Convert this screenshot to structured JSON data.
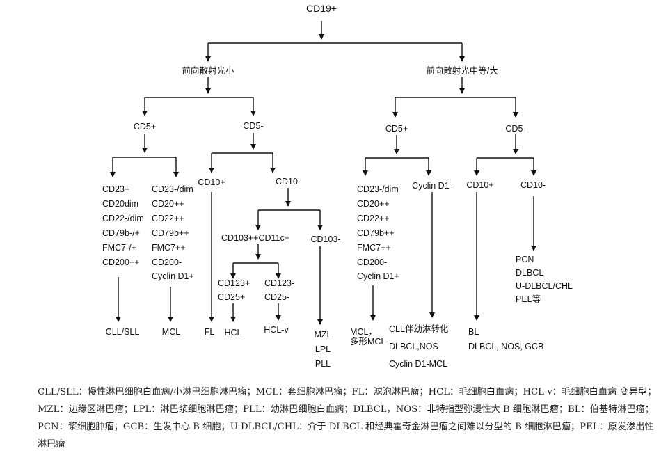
{
  "diagram": {
    "root": "CD19+",
    "scatter_low": "前向散射光小",
    "scatter_high": "前向散射光中等/大",
    "low": {
      "cd5_pos": "CD5+",
      "cd5_neg": "CD5-",
      "cll_markers": [
        "CD23+",
        "CD20dim",
        "CD22-/dim",
        "CD79b-/+",
        "FMC7-/+",
        "CD200++"
      ],
      "mcl_markers": [
        "CD23-/dim",
        "CD20++",
        "CD22++",
        "CD79b++",
        "FMC7++",
        "CD200-",
        "Cyclin D1+"
      ],
      "cd10_pos": "CD10+",
      "cd10_neg": "CD10-",
      "cd103_pos": "CD103++CD11c+",
      "cd103_neg": "CD103-",
      "hcl_markers": [
        "CD123+",
        "CD25+"
      ],
      "hclv_markers": [
        "CD123-",
        "CD25-"
      ],
      "out_cll": "CLL/SLL",
      "out_mcl": "MCL",
      "out_fl": "FL",
      "out_hcl": "HCL",
      "out_hclv": "HCL-v",
      "out_mzl": [
        "MZL",
        "LPL",
        "PLL"
      ]
    },
    "high": {
      "cd5_pos": "CD5+",
      "cd5_neg": "CD5-",
      "mcl_markers": [
        "CD23-/dim",
        "CD20++",
        "CD22++",
        "CD79b++",
        "FMC7++",
        "CD200-",
        "Cyclin D1+"
      ],
      "cyclin_neg": "Cyclin D1-",
      "cd10_pos": "CD10+",
      "cd10_neg": "CD10-",
      "out_mcl": [
        "MCL，",
        "多形MCL"
      ],
      "out_cll": [
        "CLL伴幼淋转化",
        "DLBCL,NOS",
        "Cyclin D1-MCL"
      ],
      "out_bl": [
        "BL",
        "DLBCL, NOS, GCB"
      ],
      "out_pcn": [
        "PCN",
        "DLBCL",
        "U-DLBCL/CHL",
        "PEL等"
      ]
    }
  },
  "legend": "CLL/SLL：慢性淋巴细胞白血病/小淋巴细胞淋巴瘤；MCL：套细胞淋巴瘤；FL：滤泡淋巴瘤；HCL：毛细胞白血病；HCL-v：毛细胞白血病-变异型；MZL：边缘区淋巴瘤；LPL：淋巴浆细胞淋巴瘤；PLL：幼淋巴细胞白血病；DLBCL，NOS：非特指型弥漫性大 B 细胞淋巴瘤；BL：伯基特淋巴瘤；PCN：浆细胞肿瘤；GCB：生发中心 B 细胞；U-DLBCL/CHL：介于 DLBCL 和经典霍奇金淋巴瘤之间难以分型的 B 细胞淋巴瘤；PEL：原发渗出性淋巴瘤"
}
